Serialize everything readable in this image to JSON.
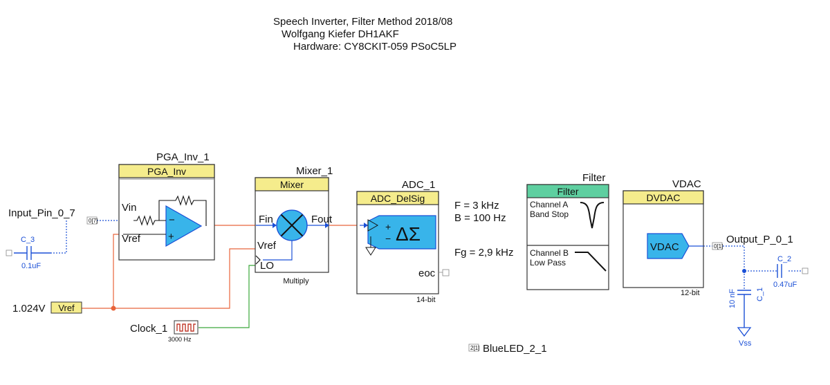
{
  "header": {
    "line1": "Speech Inverter, Filter Method  2018/08",
    "line2": "Wolfgang Kiefer DH1AKF",
    "line3": "Hardware:  CY8CKIT-059  PSoC5LP"
  },
  "pga": {
    "instance": "PGA_Inv_1",
    "title": "PGA_Inv",
    "pin_vin": "Vin",
    "pin_vref": "Vref"
  },
  "mixer": {
    "instance": "Mixer_1",
    "title": "Mixer",
    "pin_fin": "Fin",
    "pin_fout": "Fout",
    "pin_vref": "Vref",
    "pin_lo": "LO",
    "mode": "Multiply"
  },
  "adc": {
    "instance": "ADC_1",
    "title": "ADC_DelSig",
    "symbol": "ΔΣ",
    "pin_eoc": "eoc",
    "resolution": "14-bit"
  },
  "filter_params": {
    "f": "F = 3 kHz",
    "b": "B = 100 Hz",
    "fg": "Fg = 2,9 kHz"
  },
  "filter": {
    "instance": "Filter",
    "title": "Filter",
    "chA_name": "Channel A",
    "chA_type": "Band Stop",
    "chB_name": "Channel B",
    "chB_type": "Low Pass"
  },
  "vdac": {
    "instance": "VDAC",
    "title": "DVDAC",
    "symbol": "VDAC",
    "resolution": "12-bit"
  },
  "input_pin": {
    "name": "Input_Pin_0_7",
    "port": "0[7]"
  },
  "output_pin": {
    "name": "Output_P_0_1",
    "port": "0[1]"
  },
  "vref": {
    "value": "1.024V",
    "label": "Vref"
  },
  "clock": {
    "name": "Clock_1",
    "freq": "3000 Hz"
  },
  "c3": {
    "name": "C_3",
    "value": "0.1uF"
  },
  "c2": {
    "name": "C_2",
    "value": "0.47uF"
  },
  "c1": {
    "name": "C_1",
    "value": "10 nF"
  },
  "vss": {
    "label": "Vss"
  },
  "led": {
    "name": "BlueLED_2_1",
    "port": "2[1]"
  },
  "colors": {
    "header_yellow": "#f5ec8c",
    "filter_green": "#5ecfa0",
    "symbol_blue": "#38b4ea",
    "wire_red": "#e8633a",
    "wire_green": "#3aa83a",
    "wire_blue": "#1a4fd6"
  }
}
